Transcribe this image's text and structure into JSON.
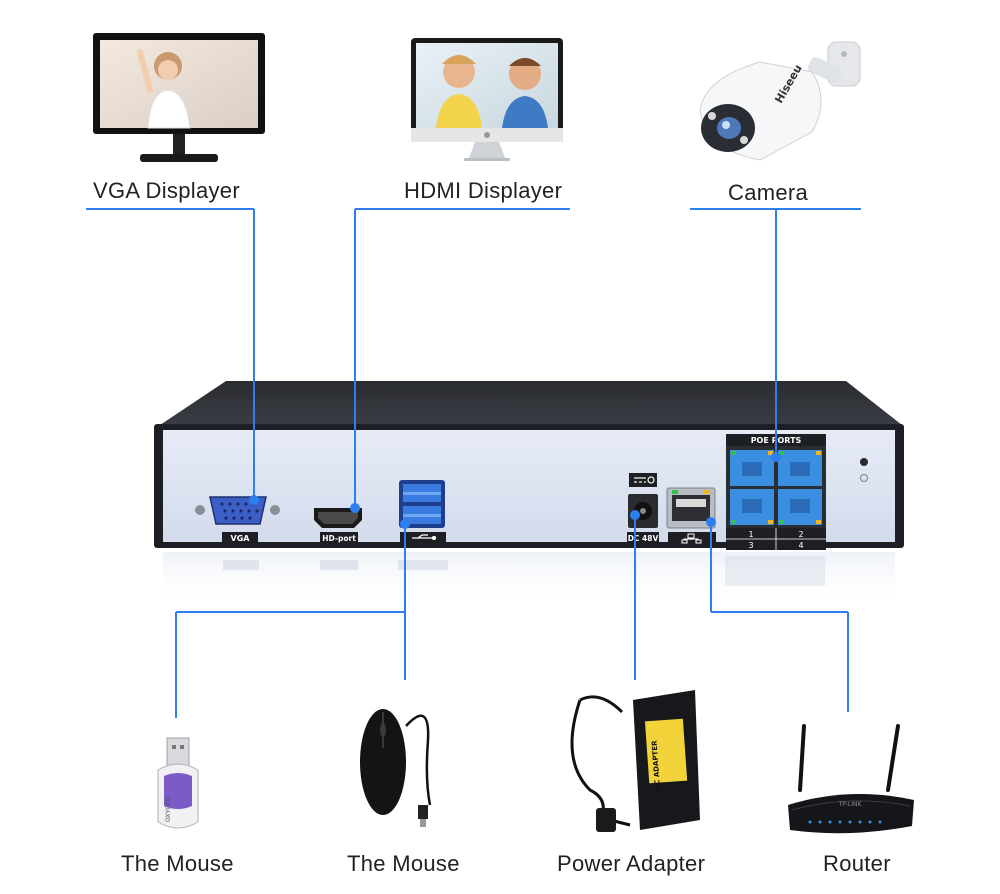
{
  "devices": {
    "vga_display": {
      "label": "VGA Displayer"
    },
    "hdmi_display": {
      "label": "HDMI Displayer"
    },
    "camera": {
      "label": "Camera",
      "brand": "Hiseeu"
    },
    "usb_drive": {
      "label": "The Mouse",
      "brand": "OXYGEN"
    },
    "mouse": {
      "label": "The Mouse"
    },
    "power_adapter": {
      "label": "Power Adapter",
      "text": "AC ADAPTER"
    },
    "router": {
      "label": "Router",
      "brand": "TP-LINK"
    }
  },
  "nvr": {
    "ports": {
      "vga": "VGA",
      "hdmi": "HD-port",
      "poe_title": "POE PORTS",
      "poe_numbers": [
        "1",
        "2",
        "3",
        "4"
      ],
      "dc": "DC 48V"
    }
  },
  "colors": {
    "wire": "#2d7ff0",
    "nvr_panel": "#dde4f2",
    "nvr_body": "#1d1f24",
    "poe": "#3b8fe0",
    "usb": "#2f6fd8"
  }
}
